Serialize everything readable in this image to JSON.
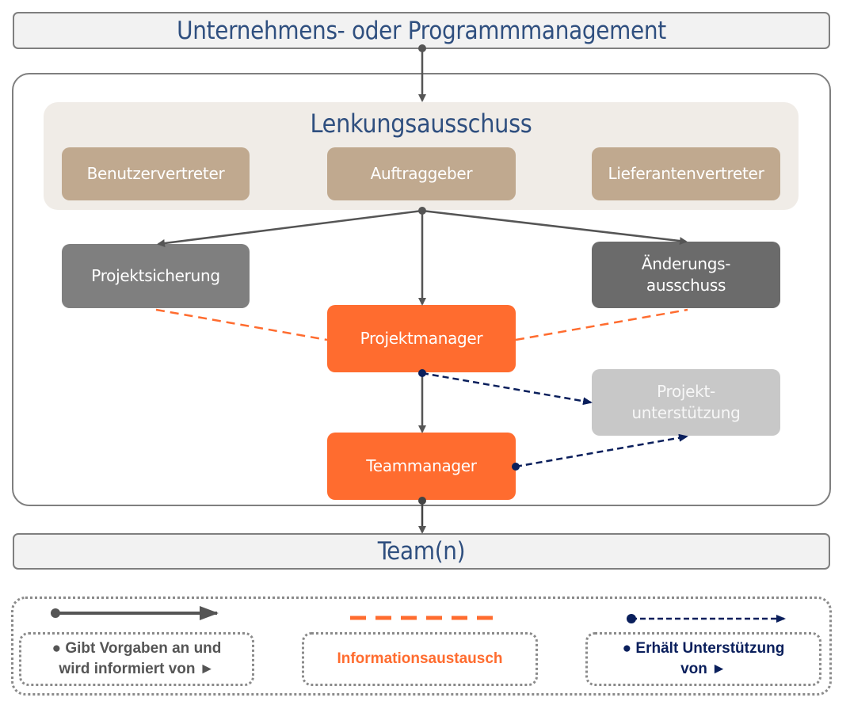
{
  "header_bar": {
    "label": "Unternehmens- oder Programmmanagement"
  },
  "steering_committee": {
    "title": "Lenkungsausschuss",
    "members": [
      {
        "label": "Benutzervertreter"
      },
      {
        "label": "Auftraggeber"
      },
      {
        "label": "Lieferantenvertreter"
      }
    ]
  },
  "nodes": {
    "project_assurance": {
      "label": "Projektsicherung"
    },
    "change_authority": {
      "line1": "Änderungs-",
      "line2": "ausschuss"
    },
    "project_manager": {
      "label": "Projektmanager"
    },
    "project_support": {
      "line1": "Projekt-",
      "line2": "unterstützung"
    },
    "team_manager": {
      "label": "Teammanager"
    }
  },
  "footer_bar": {
    "label": "Team(n)"
  },
  "legend": {
    "items": [
      {
        "line1": "● Gibt Vorgaben an und",
        "line2": "wird informiert  von ►",
        "line_style": "solid-arrow",
        "color": "#555555"
      },
      {
        "line1": "Informationsaustausch",
        "line2": "",
        "line_style": "dashed",
        "color": "#ff6c2f"
      },
      {
        "line1": "● Erhält Unterstützung",
        "line2": "von ►",
        "line_style": "dashed-arrow",
        "color": "#0a1f5c"
      }
    ]
  },
  "colors": {
    "title_blue": "#2f4f7f",
    "orange": "#ff6c2f",
    "tan": "#c0a98f",
    "navy": "#0a1f5c",
    "connector_grey": "#555555"
  }
}
